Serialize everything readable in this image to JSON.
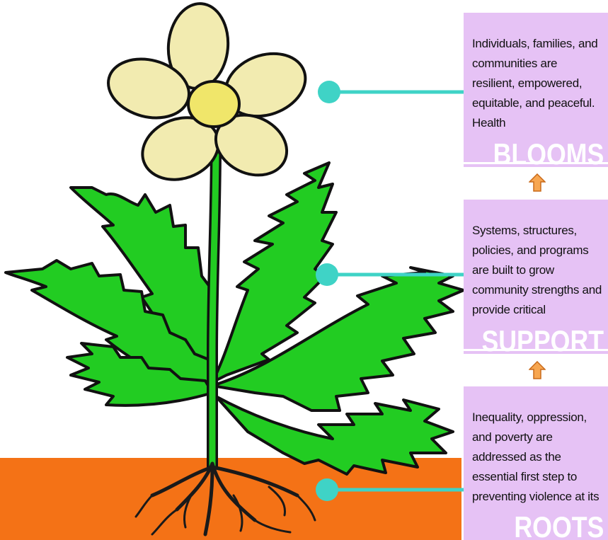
{
  "boxes": {
    "blooms": {
      "text": "Individuals, families, and communities are resilient, empowered, equitable, and peaceful. Health",
      "word": "BLOOMS"
    },
    "support": {
      "text": "Systems, structures, policies, and programs are built to grow community strengths and provide critical",
      "word": "SUPPORT"
    },
    "roots": {
      "text": "Inequality, oppression, and poverty are addressed as the essential first step to preventing violence at its",
      "word": "ROOTS"
    }
  },
  "colors": {
    "soil": "#f47216",
    "leaf": "#22cc22",
    "petal": "#f2ebb0",
    "center": "#f0e66a",
    "connector": "#3fd3c6",
    "box": "#e6c2f5",
    "arrow": "#f7a650"
  },
  "icons": [
    "up-arrow-icon",
    "flower-illustration"
  ]
}
